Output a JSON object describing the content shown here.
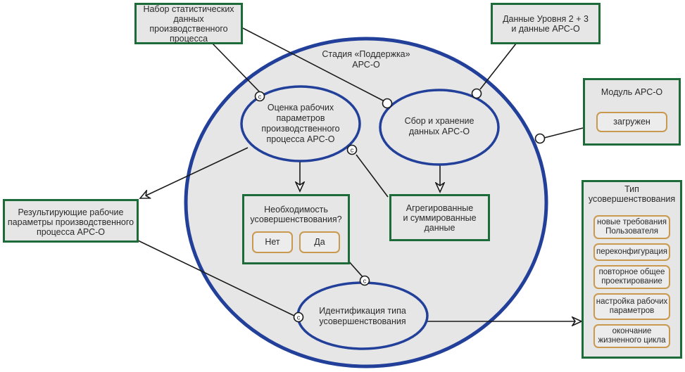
{
  "stage": {
    "title_line1": "Стадия «Поддержка»",
    "title_line2": "АРС-О"
  },
  "inputs": {
    "stats": [
      "Набор статистических",
      "данных",
      "производственного",
      "процесса"
    ],
    "level_data": [
      "Данные Уровня 2 + 3",
      "и данные АРС-О"
    ],
    "module": {
      "title": "Модуль АРС-О",
      "status": "загружен"
    }
  },
  "processes": {
    "evaluate": [
      "Оценка рабочих",
      "параметров",
      "производственного",
      "процесса АРС-О"
    ],
    "collect": [
      "Сбор и хранение",
      "данных АРС-О"
    ],
    "identify": [
      "Идентификация типа",
      "усовершенствования"
    ]
  },
  "decision": {
    "question_line1": "Необходимость",
    "question_line2": "усовершенствования?",
    "no_label": "Нет",
    "yes_label": "Да"
  },
  "aggregated": [
    "Агрегированные",
    "и суммированные",
    "данные"
  ],
  "result": [
    "Результирующие рабочие",
    "параметры производственного",
    "процесса АРС-О"
  ],
  "improvement_type": {
    "title_line1": "Тип",
    "title_line2": "усовершенствования",
    "options": [
      [
        "новые требования",
        "Пользователя"
      ],
      [
        "переконфигурация"
      ],
      [
        "повторное общее",
        "проектирование"
      ],
      [
        "настройка рабочих",
        "параметров"
      ],
      [
        "окончание",
        "жизненного цикла"
      ]
    ]
  },
  "connector_marker": "c",
  "colors": {
    "box_border": "#1e6b3a",
    "ellipse_border": "#22409a",
    "pill_border": "#c9994f",
    "fill": "#e6e6e6",
    "line": "#1a1a1a"
  }
}
